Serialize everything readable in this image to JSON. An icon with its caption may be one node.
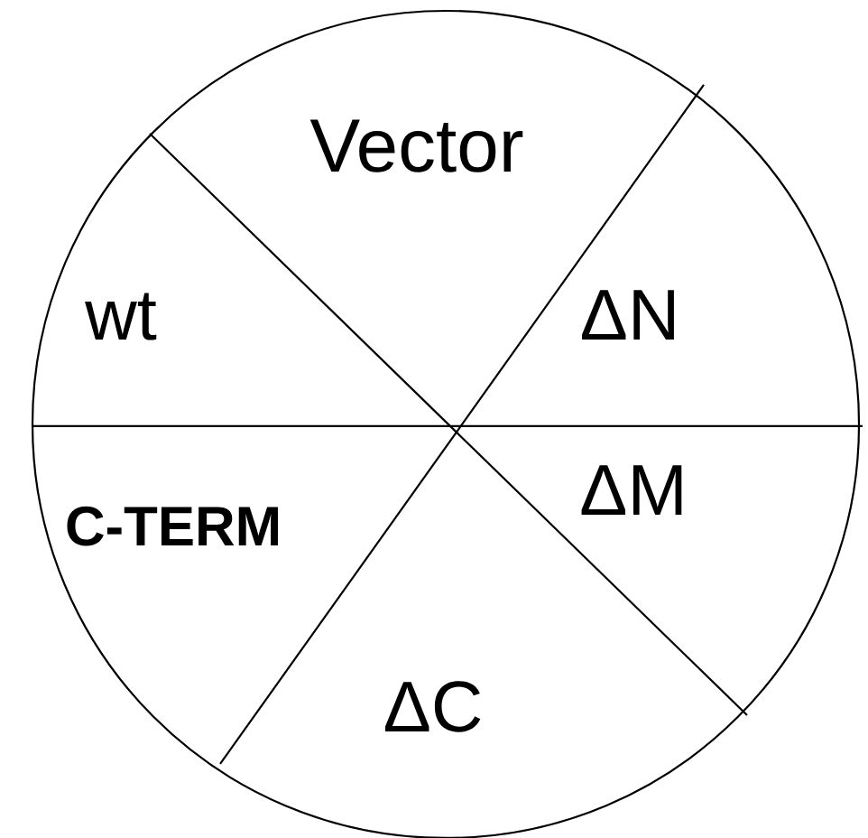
{
  "diagram": {
    "labels": [
      "Vector",
      "wt",
      "ΔN",
      "ΔM",
      "**C-TERM**",
      "ΔC"
    ]
  }
}
